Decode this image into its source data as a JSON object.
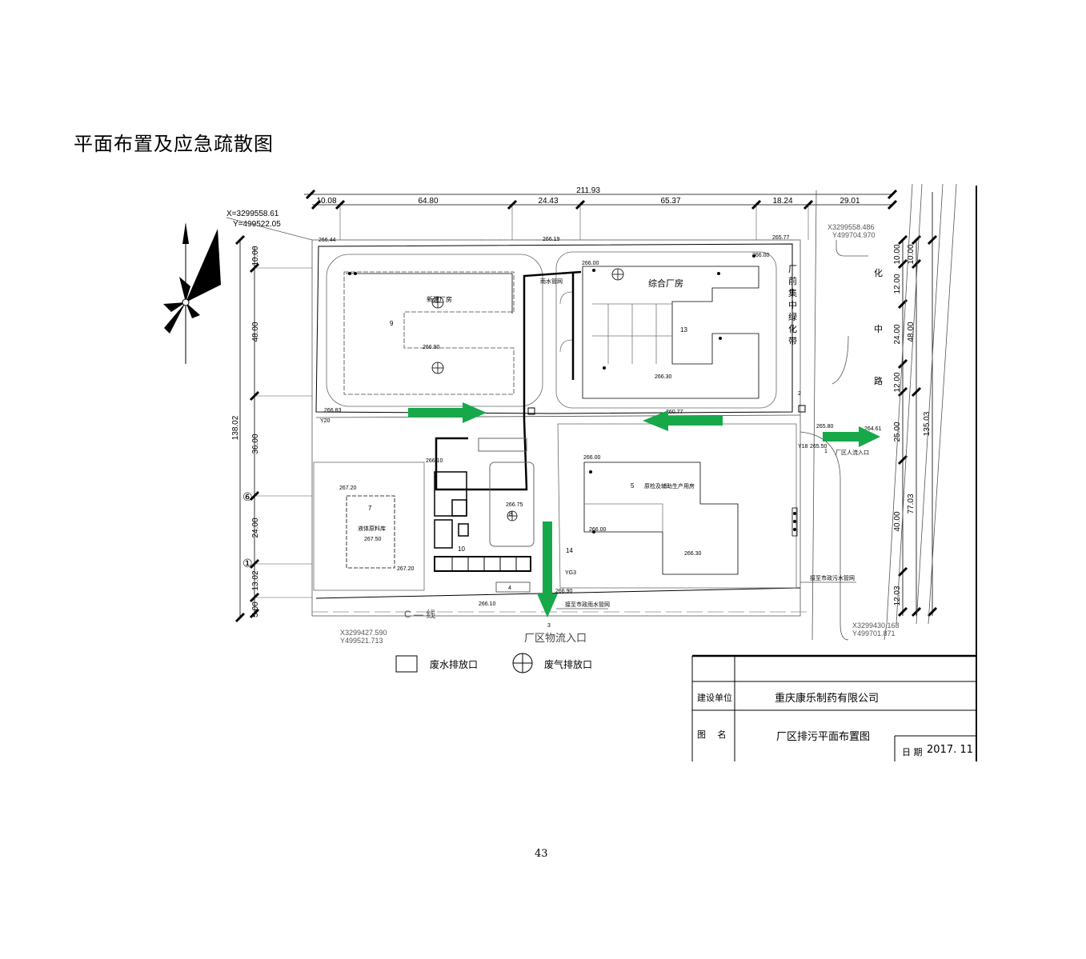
{
  "page": {
    "title": "平面布置及应急疏散图",
    "page_number": "43"
  },
  "colors": {
    "arrow": "#17a84a",
    "line": "#000000",
    "thin": "#555555",
    "road_dash": "#888888"
  },
  "icons": {
    "north_arrow": "north-arrow-icon",
    "wastewater_outlet": "wastewater-outlet-icon",
    "exhaust_outlet": "exhaust-outlet-icon"
  },
  "coords": {
    "nw": [
      "X=3299558.61",
      "Y=499522.05"
    ],
    "ne": [
      "X3299558.486",
      "Y499704.970"
    ],
    "sw": [
      "X3299427.590",
      "Y499521.713"
    ],
    "se": [
      "X3299430.168",
      "Y499701.871"
    ]
  },
  "top_dims": {
    "total": "211.93",
    "segments": [
      "10.08",
      "64.80",
      "24.43",
      "65.37",
      "18.24",
      "29.01"
    ]
  },
  "left_dims": {
    "total": "138.02",
    "segments": [
      "10.00",
      "48.00",
      "36.00",
      "24.00",
      "13.02",
      "5.00"
    ],
    "axis_marks": [
      "⑥",
      "①"
    ]
  },
  "right_dims": {
    "total": "135.03",
    "inner": [
      "10.00",
      "12.00",
      "24.00",
      "12.00",
      "25.00",
      "40.00",
      "12.03"
    ],
    "outer": [
      "10.00",
      "48.00",
      "77.03"
    ]
  },
  "elevations": [
    "266.44",
    "266.19",
    "265.77",
    "266.00",
    "266.90",
    "266.00",
    "266.30",
    "266.83",
    "260.77",
    "265.80",
    "264.61",
    "266.10",
    "266.00",
    "266.75",
    "266.00",
    "266.30",
    "267.20",
    "267.50",
    "267.20",
    "266.10",
    "266.90",
    "265.50"
  ],
  "buildings": {
    "new_plant": {
      "name": "新建厂房",
      "number": "9"
    },
    "composite_plant": {
      "name": "综合厂房",
      "number": "13"
    },
    "production_5": {
      "name": "原检及辅助生产用房",
      "number": "5"
    },
    "liquid_tank": {
      "name": "液体原料库",
      "number": "7"
    },
    "bldg_8": {
      "number": "8"
    },
    "bldg_10": {
      "number": "10"
    },
    "bldg_14": {
      "number": "14"
    },
    "bldg_4": {
      "number": "4"
    }
  },
  "labels": {
    "greenbelt": "厂前集中绿化带",
    "road": "化中路",
    "main_entrance": "厂区人流入口",
    "logistics_entrance": "厂区物流入口",
    "sewer_note": "接至市政污水管网",
    "rain_note": "接至市政雨水管网",
    "rain_pipe": "雨水管网",
    "red_line": "C — 线",
    "y20": "Y20",
    "y18": "Y18",
    "yg3": "YG3",
    "gate_2": "2",
    "gate_1": "1",
    "gate_3": "3"
  },
  "legend": {
    "wastewater": "废水排放口",
    "exhaust": "废气排放口"
  },
  "title_block": {
    "unit_label": "建设单位",
    "unit_value": "重庆康乐制药有限公司",
    "drawing_label": "图　 名",
    "drawing_value": "厂区排污平面布置图",
    "date_label": "日 期",
    "date_value": "2017. 11"
  }
}
